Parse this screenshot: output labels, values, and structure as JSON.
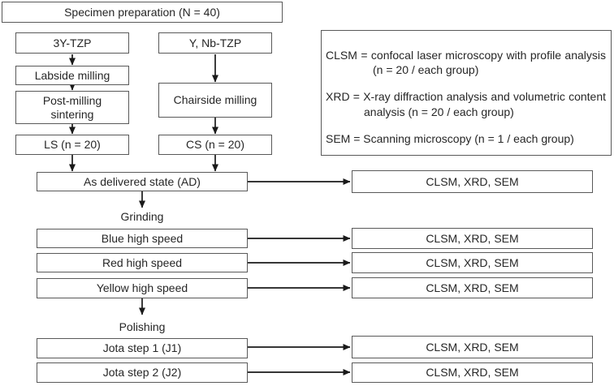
{
  "flowchart": {
    "title": "Specimen preparation (N = 40)",
    "lab_branch": {
      "material": "3Y-TZP",
      "milling": "Labside milling",
      "sintering": "Post-milling sintering",
      "group": "LS (n = 20)"
    },
    "chair_branch": {
      "material": "Y, Nb-TZP",
      "milling": "Chairside milling",
      "group": "CS (n = 20)"
    },
    "merge": "As delivered state (AD)",
    "grinding_label": "Grinding",
    "grinding_steps": [
      "Blue high speed",
      "Red high speed",
      "Yellow high speed"
    ],
    "polishing_label": "Polishing",
    "polishing_steps": [
      "Jota step 1 (J1)",
      "Jota step 2 (J2)"
    ],
    "analysis_boxes": [
      "CLSM, XRD, SEM",
      "CLSM, XRD, SEM",
      "CLSM, XRD, SEM",
      "CLSM, XRD, SEM",
      "CLSM, XRD, SEM",
      "CLSM, XRD, SEM"
    ]
  },
  "legend": {
    "entries": [
      "CLSM = confocal laser microscopy with profile analysis (n = 20 / each group)",
      "XRD = X-ray diffraction analysis and volumetric content analysis (n = 20 / each group)",
      "SEM = Scanning microscopy (n = 1 / each group)"
    ]
  },
  "colors": {
    "background": "#ffffff",
    "box_border": "#595959",
    "text": "#262626",
    "arrow": "#1a1a1a"
  }
}
